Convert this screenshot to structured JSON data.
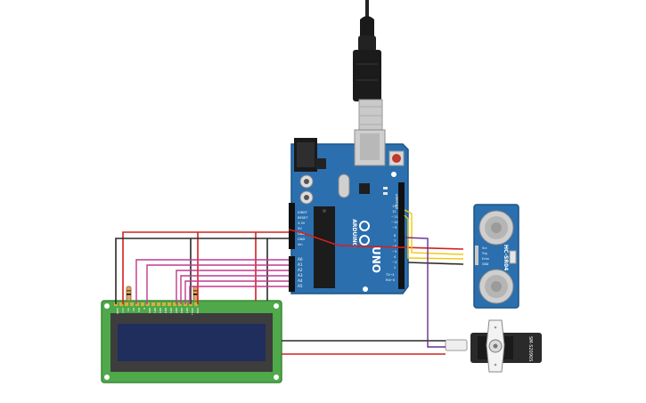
{
  "arduino": {
    "brand": "ARDUINO",
    "model": "UNO",
    "digital_pins": [
      "AREF",
      "GND",
      "13",
      "12",
      "~11",
      "~10",
      "~9",
      "8",
      "7",
      "~6",
      "~5",
      "4",
      "~3",
      "2",
      "TX→1",
      "RX←0"
    ],
    "power_pins": [
      "IOREF",
      "RESET",
      "3.3V",
      "5V",
      "GND",
      "GND",
      "Vin"
    ],
    "analog_pins": [
      "A0",
      "A1",
      "A2",
      "A3",
      "A4",
      "A5"
    ]
  },
  "ultrasonic": {
    "model": "HC-SR04",
    "pins": [
      "Vcc",
      "Trig",
      "Echo",
      "GND"
    ]
  },
  "servo": {
    "model": "SM-S2090S"
  },
  "lcd": {
    "pins": [
      "GND",
      "VCC",
      "V0",
      "RS",
      "RW",
      "E",
      "DB0",
      "DB1",
      "DB2",
      "DB3",
      "DB4",
      "DB5",
      "DB6",
      "DB7",
      "LED+",
      "LED-"
    ]
  },
  "colors": {
    "board": "#2b6fae",
    "wire_red": "#d42020",
    "wire_black": "#2a2a2a",
    "wire_magenta": "#c2388d",
    "wire_yellow": "#f2c80f",
    "wire_purple": "#6a2f8a",
    "lcd_pcb": "#4fa84a",
    "lcd_screen": "#1f2e5c"
  }
}
